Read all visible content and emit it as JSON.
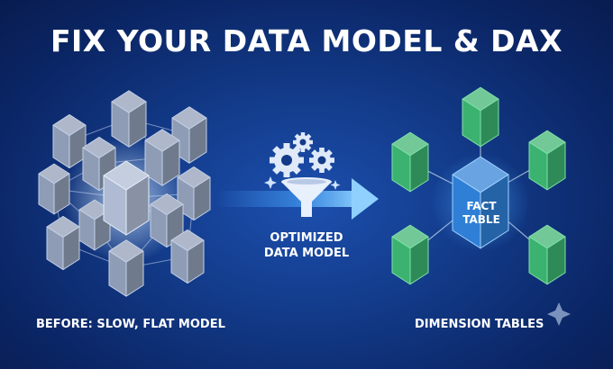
{
  "title": "FIX YOUR DATA MODEL & DAX",
  "left_caption": "BEFORE: SLOW, FLAT MODEL",
  "center_label_line1": "OPTIMIZED",
  "center_label_line2": "DATA MODEL",
  "fact_label_line1": "FACT",
  "fact_label_line2": "TABLE",
  "right_caption": "DIMENSION TABLES",
  "colors": {
    "background": "#123a88",
    "text": "#ffffff",
    "gray_cube": "#8e9cb5",
    "green_cube": "#3bb26f",
    "fact_cube": "#2f7fd6",
    "arrow": "#4aa8ff"
  },
  "icons": [
    "gear-icon",
    "funnel-icon",
    "arrow-icon",
    "sparkle-icon"
  ]
}
